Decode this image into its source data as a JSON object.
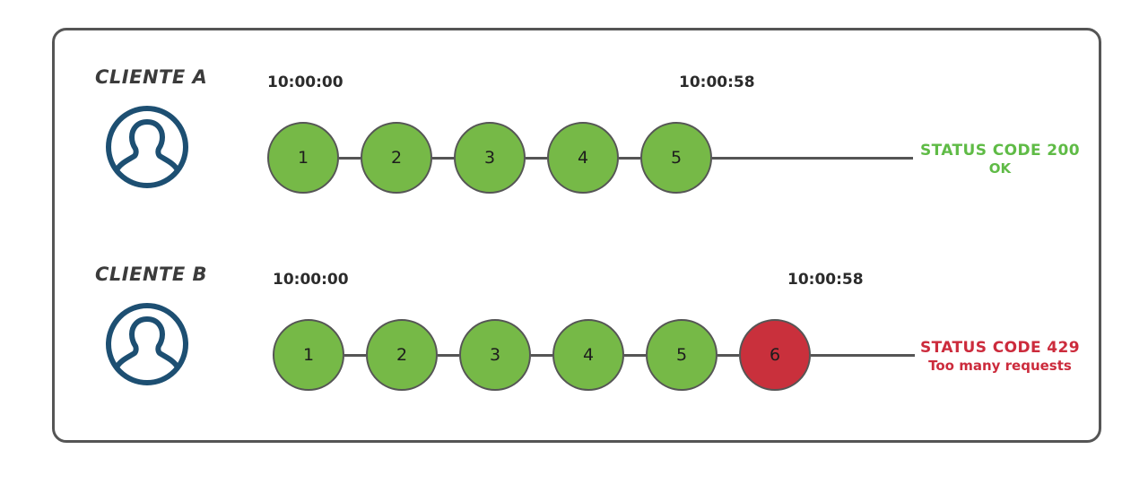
{
  "diagram": {
    "frame": {
      "border_color": "#555555"
    },
    "palette": {
      "node_ok": "#76b947",
      "node_fail": "#c9303c",
      "node_border": "#555555",
      "avatar": "#1d4f72",
      "status_ok": "#5fbb46",
      "status_error": "#cc2b3c",
      "text": "#2b2b2b"
    },
    "rows": [
      {
        "id": "cliente-a",
        "label": "CLIENTE A",
        "avatar_icon": "user-avatar-icon",
        "start_time": "10:00:00",
        "end_time": "10:00:58",
        "nodes": [
          {
            "label": "1",
            "state": "ok"
          },
          {
            "label": "2",
            "state": "ok"
          },
          {
            "label": "3",
            "state": "ok"
          },
          {
            "label": "4",
            "state": "ok"
          },
          {
            "label": "5",
            "state": "ok"
          }
        ],
        "status": {
          "code": "STATUS CODE 200",
          "desc": "OK",
          "tone": "green"
        }
      },
      {
        "id": "cliente-b",
        "label": "CLIENTE B",
        "avatar_icon": "user-avatar-icon",
        "start_time": "10:00:00",
        "end_time": "10:00:58",
        "nodes": [
          {
            "label": "1",
            "state": "ok"
          },
          {
            "label": "2",
            "state": "ok"
          },
          {
            "label": "3",
            "state": "ok"
          },
          {
            "label": "4",
            "state": "ok"
          },
          {
            "label": "5",
            "state": "ok"
          },
          {
            "label": "6",
            "state": "fail"
          }
        ],
        "status": {
          "code": "STATUS CODE 429",
          "desc": "Too many requests",
          "tone": "red"
        }
      }
    ]
  }
}
